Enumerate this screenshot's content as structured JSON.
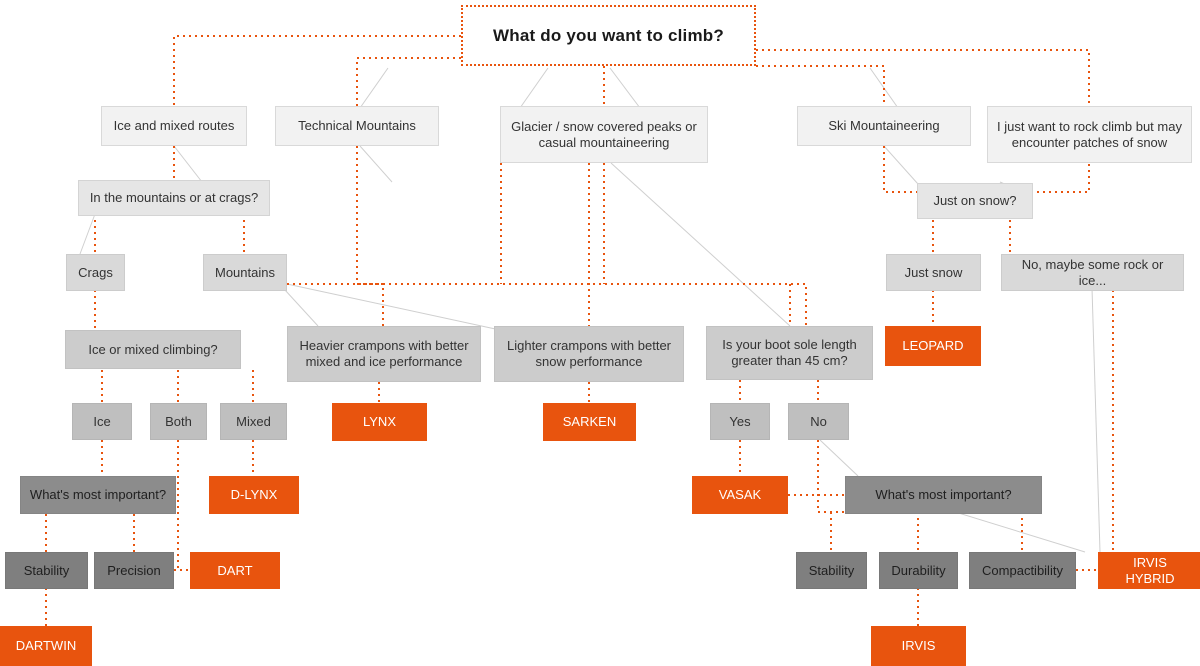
{
  "diagram": {
    "title": "What do you want to climb?",
    "palette": {
      "connector": "#e8540e",
      "shadow_line": "#cccccc",
      "product": "#e8540e",
      "background": "#ffffff",
      "text": "#333333"
    }
  },
  "nodes": {
    "root": "What do you want to climb?",
    "ice_mixed_routes": "Ice and mixed routes",
    "technical_mountains": "Technical Mountains",
    "glacier_snow": "Glacier / snow covered peaks or casual mountaineering",
    "ski_mountaineering": "Ski Mountaineering",
    "rock_climb_snow": "I just want to rock climb but may encounter patches of snow",
    "mountains_or_crags": "In the mountains or at crags?",
    "just_on_snow": "Just on snow?",
    "crags": "Crags",
    "mountains": "Mountains",
    "just_snow": "Just snow",
    "no_rock_or_ice": "No, maybe some rock or ice...",
    "ice_or_mixed_climbing": "Ice or mixed climbing?",
    "heavier_crampons": "Heavier crampons with better mixed and ice performance",
    "lighter_crampons": "Lighter crampons with better snow performance",
    "boot_sole_length": "Is your boot sole length greater than 45 cm?",
    "ice": "Ice",
    "both": "Both",
    "mixed": "Mixed",
    "yes": "Yes",
    "no": "No",
    "most_important_left": "What's most important?",
    "most_important_right": "What's most important?",
    "stability_left": "Stability",
    "precision": "Precision",
    "stability_right": "Stability",
    "durability": "Durability",
    "compactibility": "Compactibility"
  },
  "products": {
    "leopard": "LEOPARD",
    "lynx": "LYNX",
    "sarken": "SARKEN",
    "d_lynx": "D-LYNX",
    "vasak": "VASAK",
    "dart": "DART",
    "dartwin": "DARTWIN",
    "irvis": "IRVIS",
    "irvis_hybrid": "IRVIS HYBRID"
  }
}
